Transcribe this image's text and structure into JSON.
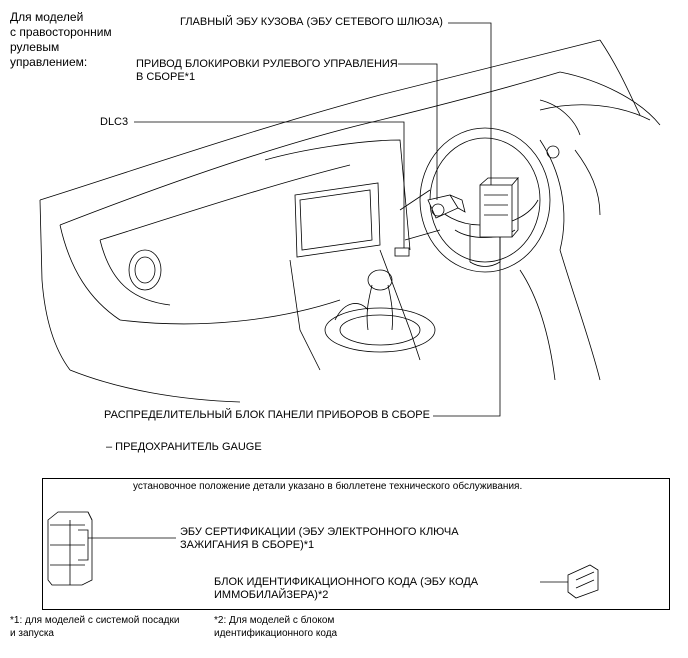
{
  "heading": {
    "lines": [
      "Для моделей",
      "с правосторонним",
      "рулевым",
      "управлением:"
    ]
  },
  "labels": {
    "body_ecu": "ГЛАВНЫЙ ЭБУ КУЗОВА (ЭБУ СЕТЕВОГО ШЛЮЗА)",
    "steering_lock_line1": "ПРИВОД БЛОКИРОВКИ РУЛЕВОГО УПРАВЛЕНИЯ",
    "steering_lock_line2": "В СБОРЕ*1",
    "dlc3": "DLC3",
    "junction_block": "РАСПРЕДЕЛИТЕЛЬНЫЙ БЛОК ПАНЕЛИ ПРИБОРОВ В СБОРЕ",
    "fuse": "– ПРЕДОХРАНИТЕЛЬ GAUGE"
  },
  "box": {
    "note": "установочное положение детали указано в бюллетене технического обслуживания.",
    "cert_ecu_line1": "ЭБУ СЕРТИФИКАЦИИ (ЭБУ ЭЛЕКТРОННОГО КЛЮЧА",
    "cert_ecu_line2": "ЗАЖИГАНИЯ В СБОРЕ)*1",
    "immo_line1": "БЛОК ИДЕНТИФИКАЦИОННОГО КОДА (ЭБУ КОДА",
    "immo_line2": "ИММОБИЛАЙЗЕРА)*2"
  },
  "footnotes": {
    "fn1_line1": "*1: для моделей с системой посадки",
    "fn1_line2": "и запуска",
    "fn2_line1": "*2: Для моделей с блоком",
    "fn2_line2": "идентификационного кода"
  },
  "icons": [
    "dashboard-illustration",
    "steering-wheel",
    "gear-shifter",
    "ecu-module",
    "immobilizer-module"
  ]
}
